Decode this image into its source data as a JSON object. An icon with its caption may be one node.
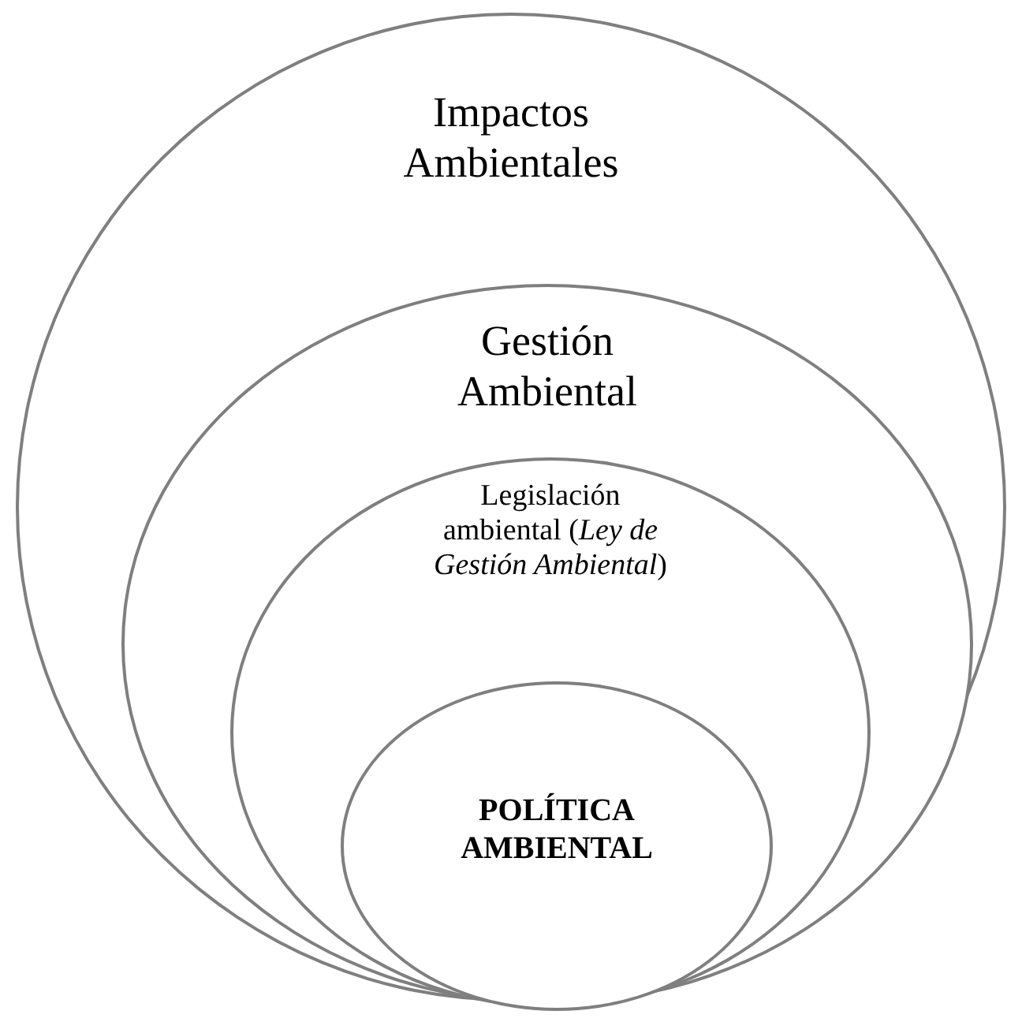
{
  "diagram": {
    "nodes": [
      {
        "text": [
          "Impactos Ambientales"
        ]
      },
      {
        "text": [
          "Gestión Ambiental"
        ],
        "in": 0
      },
      {
        "text": [
          "Legislación ambiental (*Ley de Gestión Ambiental*)"
        ],
        "in": 1
      },
      {
        "text": [
          "POLÍTICA AMBIENTAL"
        ],
        "in": 2
      }
    ]
  }
}
